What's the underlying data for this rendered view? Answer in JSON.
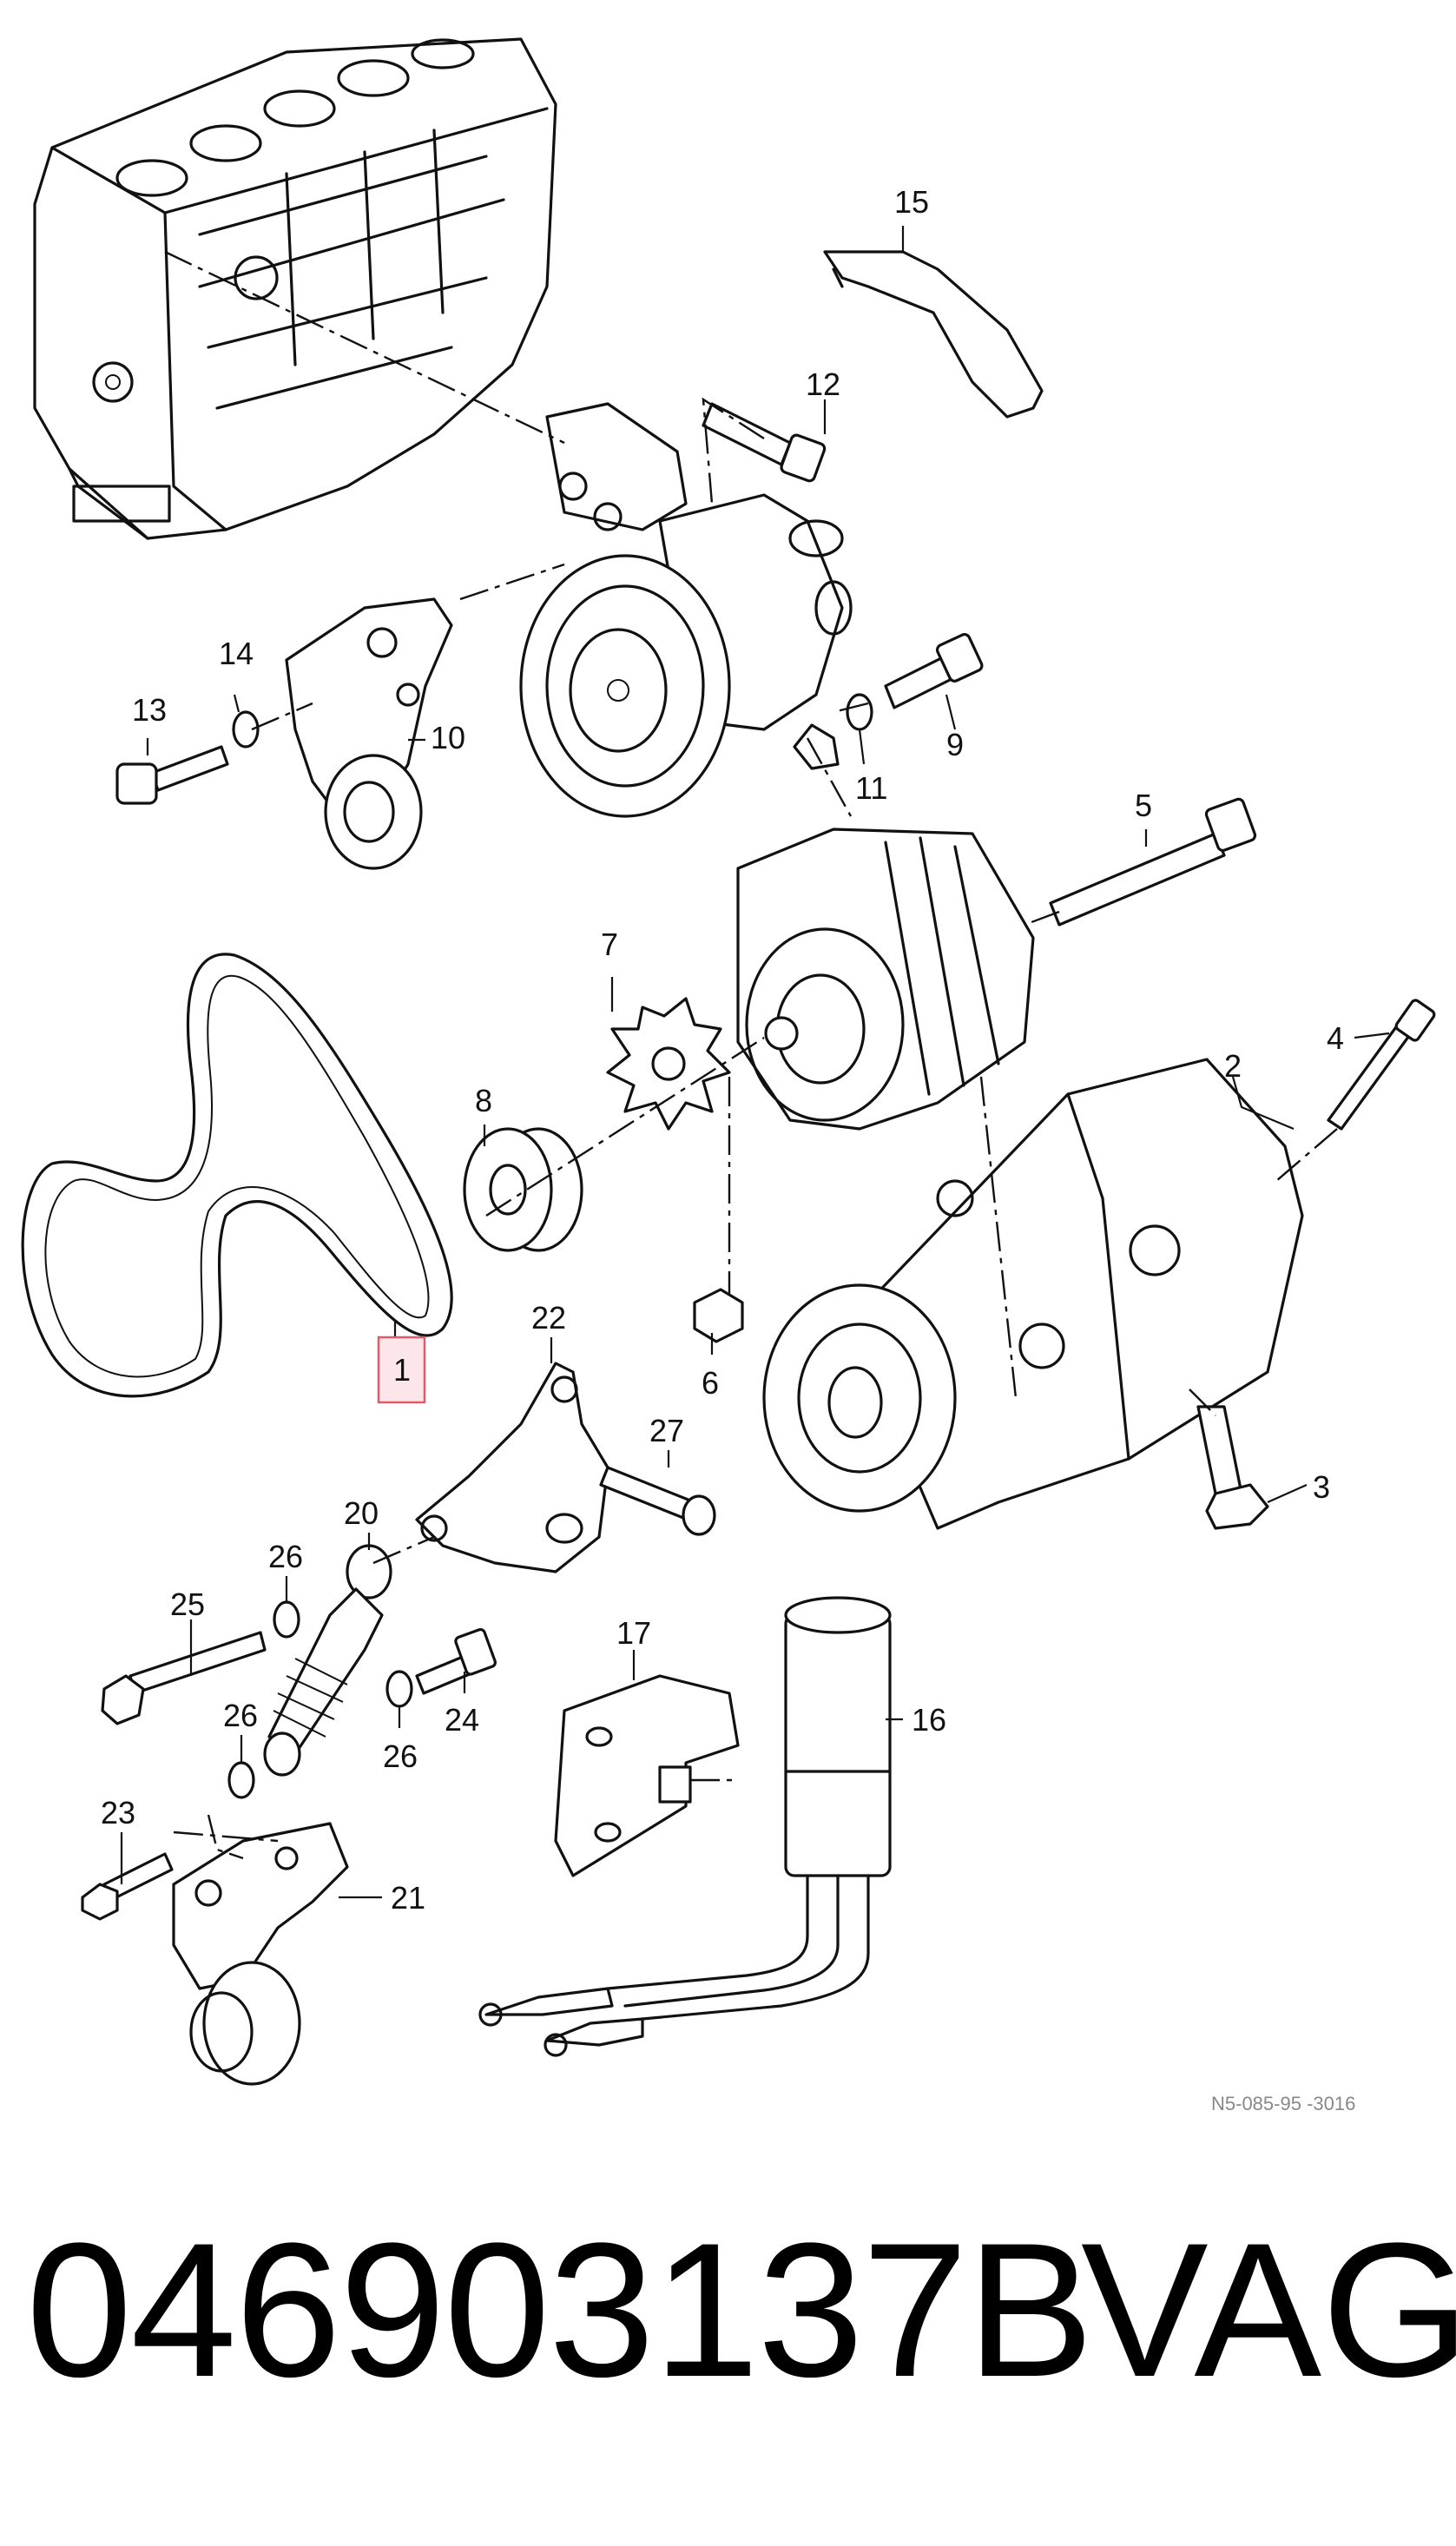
{
  "diagram": {
    "highlighted_callout": "1",
    "callouts": [
      "1",
      "2",
      "3",
      "4",
      "5",
      "6",
      "7",
      "8",
      "9",
      "10",
      "11",
      "12",
      "13",
      "14",
      "15",
      "16",
      "17",
      "20",
      "21",
      "22",
      "23",
      "24",
      "25",
      "26",
      "26",
      "26",
      "27"
    ],
    "drawing_code": "N5-085-95   -3016",
    "highlight_color": "#e05a6a"
  },
  "footer": {
    "part_number": "046903137B",
    "brand": "VAG"
  }
}
